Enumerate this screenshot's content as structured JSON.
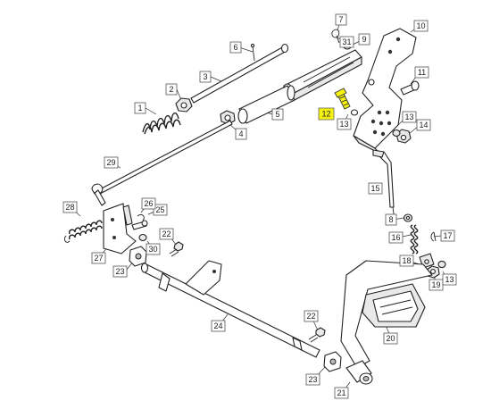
{
  "diagram": {
    "callouts": [
      {
        "id": "c1",
        "text": "1"
      },
      {
        "id": "c2",
        "text": "2"
      },
      {
        "id": "c3",
        "text": "3"
      },
      {
        "id": "c4",
        "text": "4"
      },
      {
        "id": "c5",
        "text": "5"
      },
      {
        "id": "c6",
        "text": "6"
      },
      {
        "id": "c7",
        "text": "7"
      },
      {
        "id": "c31",
        "text": "31"
      },
      {
        "id": "c9",
        "text": "9"
      },
      {
        "id": "c10",
        "text": "10"
      },
      {
        "id": "c11",
        "text": "11"
      },
      {
        "id": "c12",
        "text": "12"
      },
      {
        "id": "c13a",
        "text": "13"
      },
      {
        "id": "c13b",
        "text": "13"
      },
      {
        "id": "c14",
        "text": "14"
      },
      {
        "id": "c15",
        "text": "15"
      },
      {
        "id": "c8",
        "text": "8"
      },
      {
        "id": "c16",
        "text": "16"
      },
      {
        "id": "c17",
        "text": "17"
      },
      {
        "id": "c18",
        "text": "18"
      },
      {
        "id": "c19",
        "text": "19"
      },
      {
        "id": "c13c",
        "text": "13"
      },
      {
        "id": "c20",
        "text": "20"
      },
      {
        "id": "c21",
        "text": "21"
      },
      {
        "id": "c22a",
        "text": "22"
      },
      {
        "id": "c22b",
        "text": "22"
      },
      {
        "id": "c23a",
        "text": "23"
      },
      {
        "id": "c23b",
        "text": "23"
      },
      {
        "id": "c24",
        "text": "24"
      },
      {
        "id": "c25",
        "text": "25"
      },
      {
        "id": "c26",
        "text": "26"
      },
      {
        "id": "c27",
        "text": "27"
      },
      {
        "id": "c28",
        "text": "28"
      },
      {
        "id": "c29",
        "text": "29"
      },
      {
        "id": "c30",
        "text": "30"
      }
    ],
    "highlight_color": "#f5f210"
  }
}
